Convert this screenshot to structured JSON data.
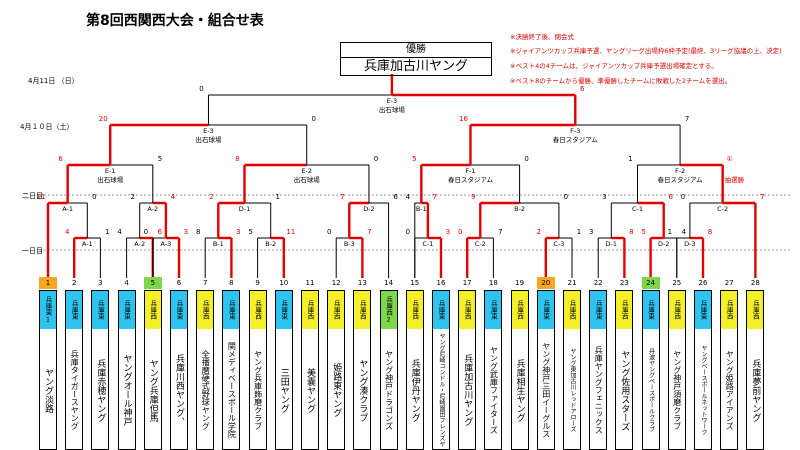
{
  "title": "第8回西関西大会・組合せ表",
  "champion": {
    "label": "優勝",
    "name": "兵庫加古川ヤング"
  },
  "notes": [
    "※決勝終了後、閉会式",
    "※ジャイアンツカップ兵庫予選、ヤングリーグ出場枠6枠予定(最終、3リーグ協議の上、決定)",
    "※ベスト4の4チームは、ジャイアンツカップ兵庫予選出場確定とする。",
    "※ベスト8のチームから優勝、準優勝したチームに敗戦した2チームを選出。"
  ],
  "dates": {
    "final": "4月11日 （日）",
    "round2": "4月１０日（土）"
  },
  "levels": {
    "day2": "二日目",
    "day1": "一日目"
  },
  "final": {
    "label": "E-3",
    "venue": "出石球場",
    "score_left": "0",
    "score_right": "6"
  },
  "semis": [
    {
      "label": "E-3",
      "venue": "出石球場",
      "score_left": "20",
      "score_right": "0"
    },
    {
      "label": "F-3",
      "venue": "春日スタジアム",
      "score_left": "16",
      "score_right": "7"
    }
  ],
  "quarters": [
    {
      "label": "E-1",
      "venue": "出石球場",
      "score_left": "6",
      "score_right": "5"
    },
    {
      "label": "E-2",
      "venue": "出石球場",
      "score_left": "8",
      "score_right": "0"
    },
    {
      "label": "F-1",
      "venue": "春日スタジアム",
      "score_left": "5",
      "score_right": "0"
    },
    {
      "label": "F-2",
      "venue": "春日スタジアム",
      "score_left": "1",
      "score_right": "①",
      "note": "抽選勝"
    }
  ],
  "round2": [
    {
      "label": "A-1",
      "score_left": "11",
      "score_right": "0"
    },
    {
      "label": "A-2",
      "score_left": "2",
      "score_right": "4"
    },
    {
      "label": "D-1",
      "score_left": "2",
      "score_right": "1"
    },
    {
      "label": "D-2",
      "score_left": "7",
      "score_right": "6"
    },
    {
      "label": "B-1",
      "score_left": "4",
      "score_right": "7"
    },
    {
      "label": "B-2",
      "score_left": "9",
      "score_right": "0"
    },
    {
      "label": "C-1",
      "score_left": "3",
      "score_right": "6"
    },
    {
      "label": "C-2",
      "score_left": "0",
      "score_right": "7"
    }
  ],
  "round1": [
    {
      "label": "A-1",
      "score_left": "4",
      "score_right": "1"
    },
    {
      "label": "A-2",
      "score_left": "4",
      "score_right": "6"
    },
    {
      "label": "A-3",
      "score_left": "0",
      "score_right": "3"
    },
    {
      "label": "B-1",
      "score_left": "8",
      "score_right": "3"
    },
    {
      "label": "B-2",
      "score_left": "5",
      "score_right": "11"
    },
    {
      "label": "B-3",
      "score_left": "0",
      "score_right": "7"
    },
    {
      "label": "C-1",
      "score_left": "0",
      "score_right": "3"
    },
    {
      "label": "C-2",
      "score_left": "0",
      "score_right": "7"
    },
    {
      "label": "C-3",
      "score_left": "2",
      "score_right": "1"
    },
    {
      "label": "D-1",
      "score_left": "3",
      "score_right": "8"
    },
    {
      "label": "D-2",
      "score_left": "5",
      "score_right": "4"
    },
    {
      "label": "D-3",
      "score_left": "1",
      "score_right": "8"
    }
  ],
  "teams": [
    {
      "no": "1",
      "cat": "兵庫東1",
      "name": "ヤング淡路",
      "cat_color": "#2ec4ef",
      "no_color": "#f7a823"
    },
    {
      "no": "2",
      "cat": "兵庫東",
      "name": "兵庫タイガースヤング",
      "cat_color": "#2ec4ef",
      "no_color": ""
    },
    {
      "no": "3",
      "cat": "兵庫東",
      "name": "兵庫赤穂ヤング",
      "cat_color": "#2ec4ef",
      "no_color": ""
    },
    {
      "no": "4",
      "cat": "兵庫東",
      "name": "ヤングオール神戸",
      "cat_color": "#2ec4ef",
      "no_color": ""
    },
    {
      "no": "5",
      "cat": "兵庫西",
      "name": "ヤング兵庫但馬",
      "cat_color": "#f5ef2a",
      "no_color": "#7dd64b"
    },
    {
      "no": "6",
      "cat": "兵庫東",
      "name": "兵庫川西ヤング、",
      "cat_color": "#2ec4ef",
      "no_color": ""
    },
    {
      "no": "7",
      "cat": "兵庫西",
      "name": "全播磨硬式野球ヤング",
      "cat_color": "#f5ef2a",
      "no_color": ""
    },
    {
      "no": "8",
      "cat": "兵庫東",
      "name": "関メディベースボール学院",
      "cat_color": "#2ec4ef",
      "no_color": ""
    },
    {
      "no": "9",
      "cat": "兵庫西",
      "name": "ヤング兵庫飾磨クラブ",
      "cat_color": "#f5ef2a",
      "no_color": ""
    },
    {
      "no": "10",
      "cat": "兵庫東",
      "name": "三田ヤング",
      "cat_color": "#2ec4ef",
      "no_color": ""
    },
    {
      "no": "11",
      "cat": "兵庫西",
      "name": "美嚢ヤング",
      "cat_color": "#f5ef2a",
      "no_color": ""
    },
    {
      "no": "12",
      "cat": "兵庫西",
      "name": "姫路東ヤング",
      "cat_color": "#f5ef2a",
      "no_color": ""
    },
    {
      "no": "13",
      "cat": "兵庫西",
      "name": "ヤング湊クラブ",
      "cat_color": "#f5ef2a",
      "no_color": ""
    },
    {
      "no": "14",
      "cat": "兵庫西2",
      "name": "ヤング神戸ドラゴンズ",
      "cat_color": "#7dd64b",
      "no_color": ""
    },
    {
      "no": "15",
      "cat": "兵庫西",
      "name": "兵庫伊丹ヤング",
      "cat_color": "#f5ef2a",
      "no_color": ""
    },
    {
      "no": "16",
      "cat": "兵庫東",
      "name": "ヤング尼崎コンドル・尼崎園田フレンズヤング連合",
      "cat_color": "#2ec4ef",
      "no_color": ""
    },
    {
      "no": "17",
      "cat": "兵庫西",
      "name": "兵庫加古川ヤング",
      "cat_color": "#f5ef2a",
      "no_color": ""
    },
    {
      "no": "18",
      "cat": "兵庫東",
      "name": "ヤング武庫ファイターズ",
      "cat_color": "#2ec4ef",
      "no_color": ""
    },
    {
      "no": "19",
      "cat": "兵庫西",
      "name": "兵庫相生ヤング",
      "cat_color": "#f5ef2a",
      "no_color": ""
    },
    {
      "no": "20",
      "cat": "兵庫東",
      "name": "ヤング神戸三田イーグルス",
      "cat_color": "#2ec4ef",
      "no_color": "#f7a823"
    },
    {
      "no": "21",
      "cat": "兵庫西",
      "name": "ヤング東加古川レッドアローズ",
      "cat_color": "#f5ef2a",
      "no_color": ""
    },
    {
      "no": "22",
      "cat": "兵庫東",
      "name": "兵庫ヤングフェニックス",
      "cat_color": "#2ec4ef",
      "no_color": ""
    },
    {
      "no": "23",
      "cat": "兵庫西",
      "name": "ヤング佐用スターズ",
      "cat_color": "#f5ef2a",
      "no_color": ""
    },
    {
      "no": "24",
      "cat": "兵庫東",
      "name": "丹波ヤングベースボールクラブ",
      "cat_color": "#2ec4ef",
      "no_color": "#7dd64b"
    },
    {
      "no": "25",
      "cat": "兵庫西",
      "name": "ヤング神戸須磨クラブ",
      "cat_color": "#f5ef2a",
      "no_color": ""
    },
    {
      "no": "26",
      "cat": "兵庫東",
      "name": "ヤングベースボールネットワーク",
      "cat_color": "#2ec4ef",
      "no_color": ""
    },
    {
      "no": "27",
      "cat": "兵庫西",
      "name": "ヤング姫路アイアンズ",
      "cat_color": "#f5ef2a",
      "no_color": ""
    },
    {
      "no": "28",
      "cat": "兵庫西",
      "name": "兵庫夢前ヤング",
      "cat_color": "#f5ef2a",
      "no_color": ""
    }
  ]
}
